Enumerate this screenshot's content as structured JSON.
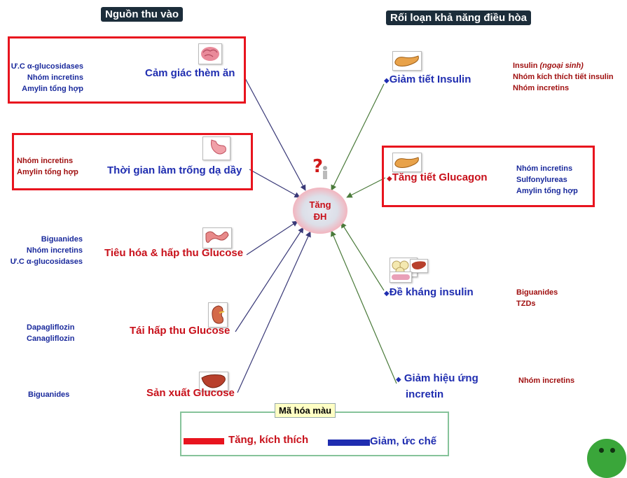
{
  "headers": {
    "left": "Nguồn thu vào",
    "right": "Rối loạn khả năng điều hòa"
  },
  "center": {
    "line1": "Tăng",
    "line2": "ĐH"
  },
  "left_items": [
    {
      "label": "Cảm giác thèm ăn",
      "icon": "brain-icon",
      "drugs": [
        "Ư.C α-glucosidases",
        "Nhóm incretins",
        "Amylin tổng hợp"
      ]
    },
    {
      "label": "Thời gian làm trống dạ dầy",
      "icon": "stomach-icon",
      "drugs": [
        "Nhóm incretins",
        "Amylin tổng hợp"
      ]
    },
    {
      "label": "Tiêu hóa & hấp thu Glucose",
      "icon": "intestine-icon",
      "drugs": [
        "Biguanides",
        "Nhóm incretins",
        "Ư.C α-glucosidases"
      ]
    },
    {
      "label": "Tái hấp thu Glucose",
      "icon": "kidney-icon",
      "drugs": [
        "Dapagliflozin",
        "Canagliflozin"
      ]
    },
    {
      "label": "Sản xuất Glucose",
      "icon": "liver-icon",
      "drugs": [
        "Biguanides"
      ]
    }
  ],
  "right_items": [
    {
      "label": "Giảm tiết Insulin",
      "icon": "pancreas-icon",
      "drugs": [
        "Insulin",
        "Nhóm kích thích tiết insulin",
        "Nhóm incretins"
      ],
      "drug_note": "(ngoại sinh)"
    },
    {
      "label": "Tăng tiết Glucagon",
      "icon": "pancreas-icon",
      "drugs": [
        "Nhóm incretins",
        "Sulfonylureas",
        "Amylin tổng hợp"
      ]
    },
    {
      "label": "Đề kháng insulin",
      "icon": "tissues-icon",
      "drugs": [
        "Biguanides",
        "TZDs"
      ]
    },
    {
      "label_line1": "Giảm hiệu ứng",
      "label_line2": "incretin",
      "drugs": [
        "Nhóm incretins"
      ]
    }
  ],
  "bullet": "◆",
  "legend": {
    "title": "Mã hóa màu",
    "increase_label": "Tăng, kích thích",
    "decrease_label": "Giảm, ức chế",
    "increase_color": "#e8141e",
    "decrease_color": "#1f2db0"
  },
  "colors": {
    "header_bg": "#1c2d3a",
    "box_red": "#e8141e",
    "arrow_left": "#3a3a78",
    "arrow_right": "#4a7a3a"
  }
}
